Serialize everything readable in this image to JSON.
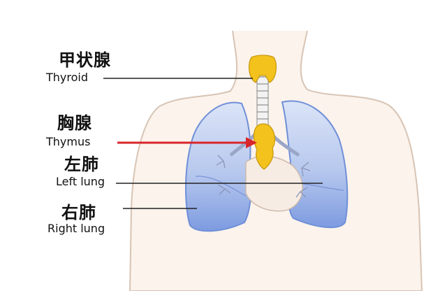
{
  "labels": {
    "thyroid": {
      "zh": "甲状腺",
      "en": "Thyroid"
    },
    "thymus": {
      "zh": "胸腺",
      "en": "Thymus"
    },
    "left_lung": {
      "zh": "左肺",
      "en": "Left lung"
    },
    "right_lung": {
      "zh": "右肺",
      "en": "Right lung"
    }
  },
  "colors": {
    "skin_fill": "#fbf3ec",
    "skin_outline": "#d8c4b4",
    "lung_fill": "#b9c9ee",
    "lung_edge": "#6f8fd8",
    "gland": "#f3c21c",
    "gland_edge": "#c99a10",
    "trachea": "#f2f2f2",
    "arrow": "#d9262b",
    "leader": "#222222"
  }
}
